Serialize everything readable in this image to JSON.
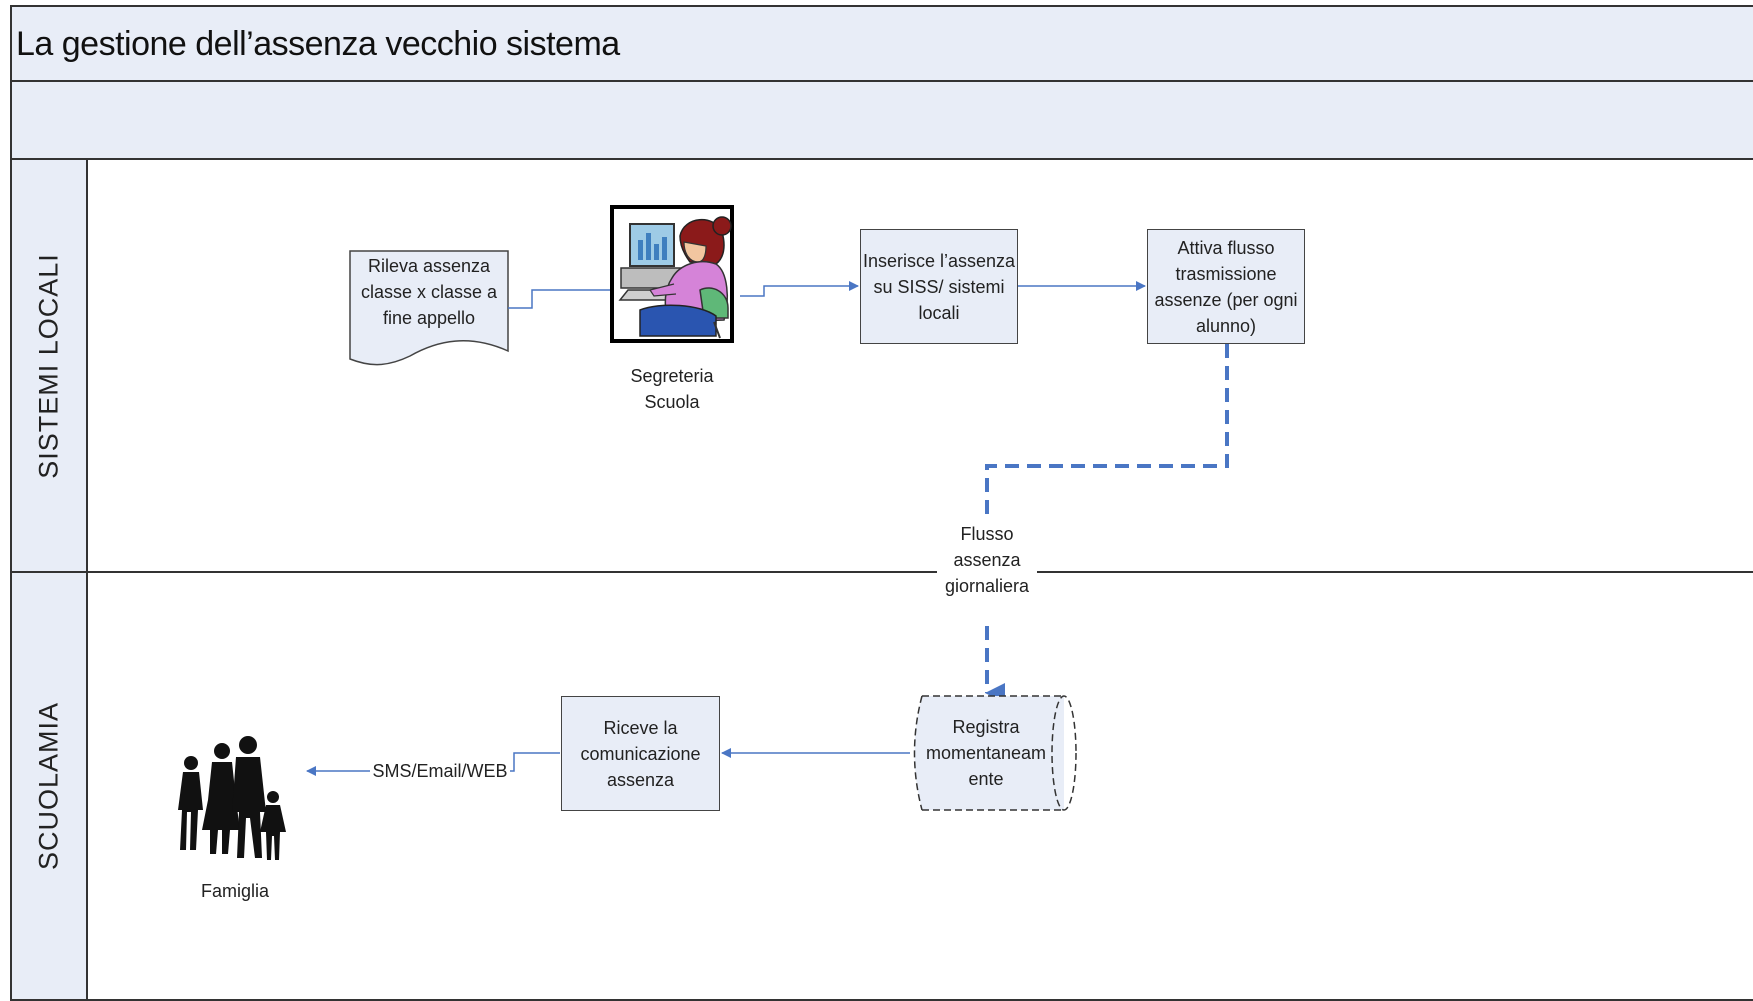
{
  "title": "La gestione dell’assenza vecchio sistema",
  "lanes": [
    {
      "label": "SISTEMI LOCALI"
    },
    {
      "label": "SCUOLAMIA"
    }
  ],
  "nodes": {
    "rileva": "Rileva assenza classe x classe a fine appello",
    "segreteria_label": "Segreteria Scuola",
    "inserisce": "Inserisce l’assenza su SISS/ sistemi locali",
    "attiva": "Attiva flusso trasmissione assenze (per ogni alunno)",
    "flusso": "Flusso assenza giornaliera",
    "registra": "Registra momentaneam ente",
    "riceve": "Riceve la comunicazione assenza",
    "sms": "SMS/Email/WEB",
    "famiglia": "Famiglia"
  },
  "colors": {
    "lane_fill": "#e8edf7",
    "connector": "#4a76c4",
    "border": "#333333"
  },
  "icons": [
    "secretary-computer-icon",
    "family-silhouette-icon"
  ]
}
